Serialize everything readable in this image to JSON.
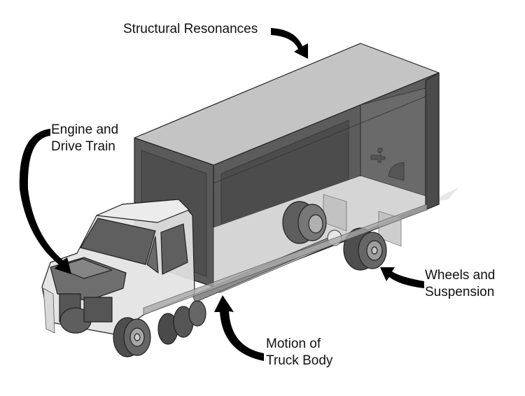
{
  "diagram": {
    "subject": "box truck with transparent body showing vibration sources",
    "colors": {
      "background": "#ffffff",
      "box_top": "#c4c4c4",
      "box_side": "#5a5a5a",
      "box_panel": "#4f4f4f",
      "box_floor": "#d6d6d6",
      "cab_body": "#e4e4e4",
      "cab_window": "#5f5f5f",
      "engine": "#6e6e6e",
      "tire": "#555555",
      "hub": "#b5b5b5",
      "arrow": "#000000",
      "outline": "#222222"
    },
    "labels": [
      {
        "id": "structural",
        "lines": [
          "Structural Resonances"
        ]
      },
      {
        "id": "engine",
        "lines": [
          "Engine and",
          "Drive Train"
        ]
      },
      {
        "id": "wheels",
        "lines": [
          "Wheels and",
          "Suspension"
        ]
      },
      {
        "id": "motion",
        "lines": [
          "Motion of",
          "Truck Body"
        ]
      }
    ]
  }
}
